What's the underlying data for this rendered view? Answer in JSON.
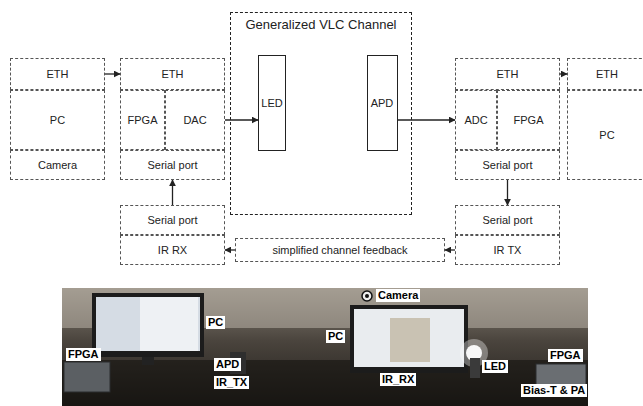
{
  "diagram": {
    "nodes": [
      {
        "text": [
          "ETH"
        ]
      },
      {
        "text": [
          "PC"
        ]
      },
      {
        "text": [
          "Camera"
        ]
      },
      {
        "text": [
          "ETH"
        ]
      },
      {
        "text": [
          "FPGA"
        ]
      },
      {
        "text": [
          "DAC"
        ]
      },
      {
        "text": [
          "Serial port"
        ]
      },
      {
        "text": [
          "Generalized VLC Channel"
        ]
      },
      {
        "text": [
          "LED"
        ],
        "in": 7
      },
      {
        "text": [
          "APD"
        ],
        "in": 7
      },
      {
        "text": [
          "ETH"
        ]
      },
      {
        "text": [
          "ADC"
        ]
      },
      {
        "text": [
          "FPGA"
        ]
      },
      {
        "text": [
          "Serial port"
        ]
      },
      {
        "text": [
          "ETH"
        ]
      },
      {
        "text": [
          "PC"
        ]
      },
      {
        "text": [
          "Serial port"
        ]
      },
      {
        "text": [
          "IR RX"
        ]
      },
      {
        "text": [
          "simplified channel feedback"
        ]
      },
      {
        "text": [
          "Serial port"
        ]
      },
      {
        "text": [
          "IR TX"
        ]
      }
    ],
    "edges": [
      {
        "from": 0,
        "to": 3,
        "arrow": "to"
      },
      {
        "from": 5,
        "to": 8,
        "arrow": "to"
      },
      {
        "from": 9,
        "to": 11,
        "arrow": "to"
      },
      {
        "from": 10,
        "to": 14,
        "arrow": "to"
      },
      {
        "from": 13,
        "to": 19,
        "arrow": "to"
      },
      {
        "from": 20,
        "to": 18,
        "arrow": "to"
      },
      {
        "from": 18,
        "to": 17,
        "arrow": "to"
      },
      {
        "from": 16,
        "to": 6,
        "arrow": "to"
      }
    ],
    "labels": [
      "Camera",
      "PC",
      "PC",
      "FPGA",
      "APD",
      "IR_TX",
      "IR_RX",
      "LED",
      "FPGA",
      "Bias-T & PA"
    ]
  }
}
